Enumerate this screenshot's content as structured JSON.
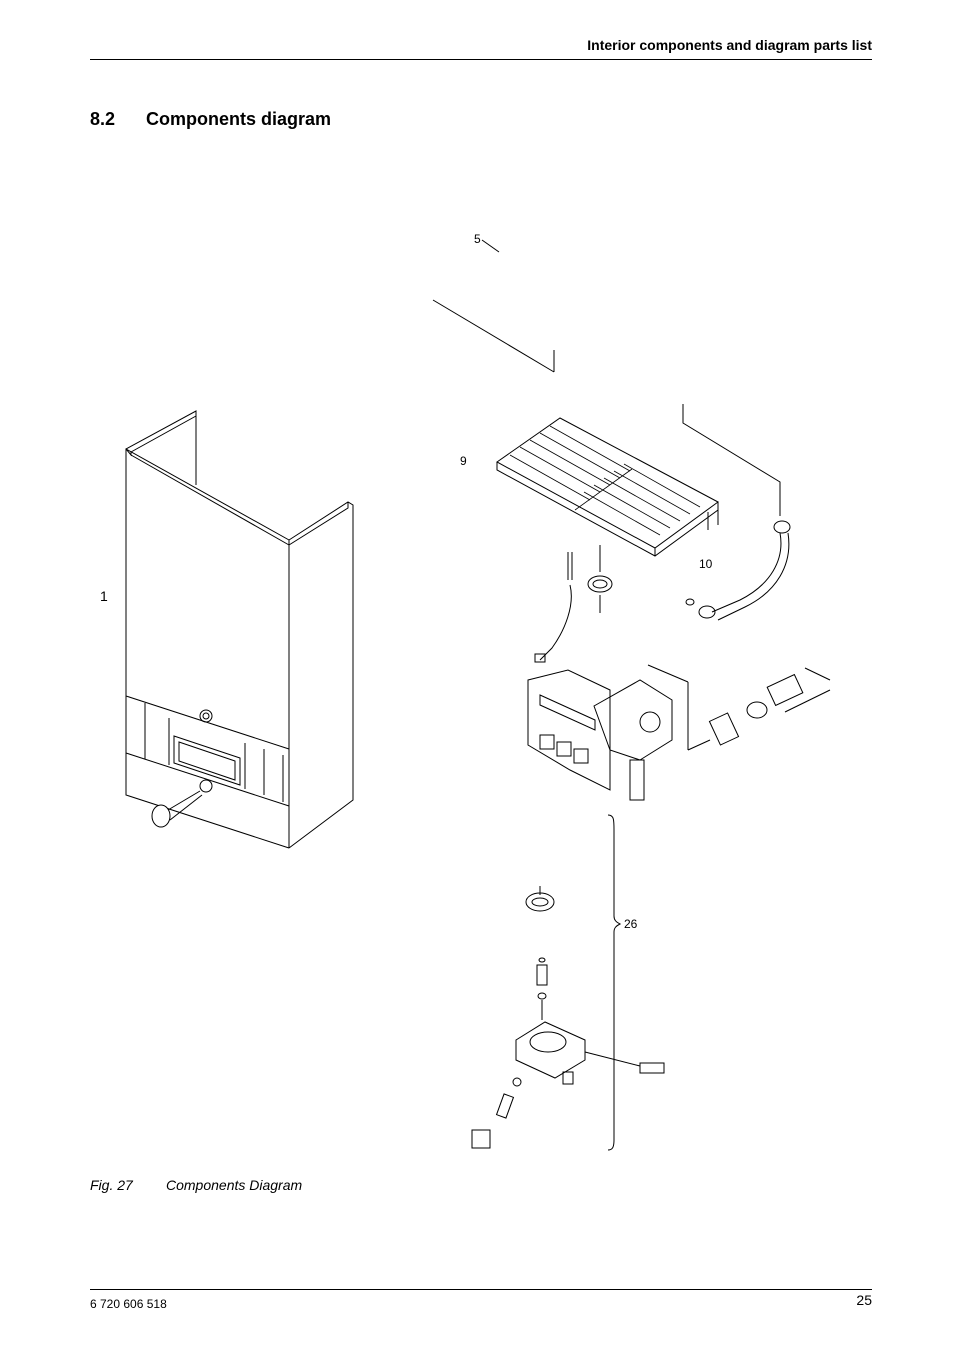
{
  "header": {
    "title": "Interior components and diagram parts list"
  },
  "section": {
    "number": "8.2",
    "title": "Components diagram"
  },
  "diagram": {
    "labels": {
      "l1": "1",
      "l5": "5",
      "l9": "9",
      "l10": "10",
      "l26": "26"
    }
  },
  "caption": {
    "fig_number": "Fig. 27",
    "text": "Components Diagram"
  },
  "footer": {
    "doc_number": "6 720 606 518",
    "page_number": "25"
  }
}
